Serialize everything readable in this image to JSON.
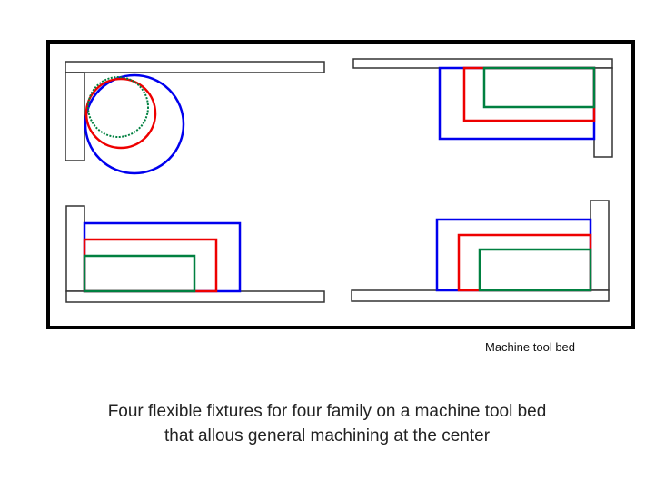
{
  "labels": {
    "bed": "Machine tool bed"
  },
  "caption": {
    "line1": "Four flexible fixtures for four family on a machine tool bed",
    "line2": "that allous general machining at the center"
  },
  "colors": {
    "frame": "#000000",
    "fixture_fill": "#ffffff",
    "fixture_stroke": "#333333",
    "part_large": "#0000ee",
    "part_medium": "#ee0000",
    "part_small": "#008040"
  }
}
